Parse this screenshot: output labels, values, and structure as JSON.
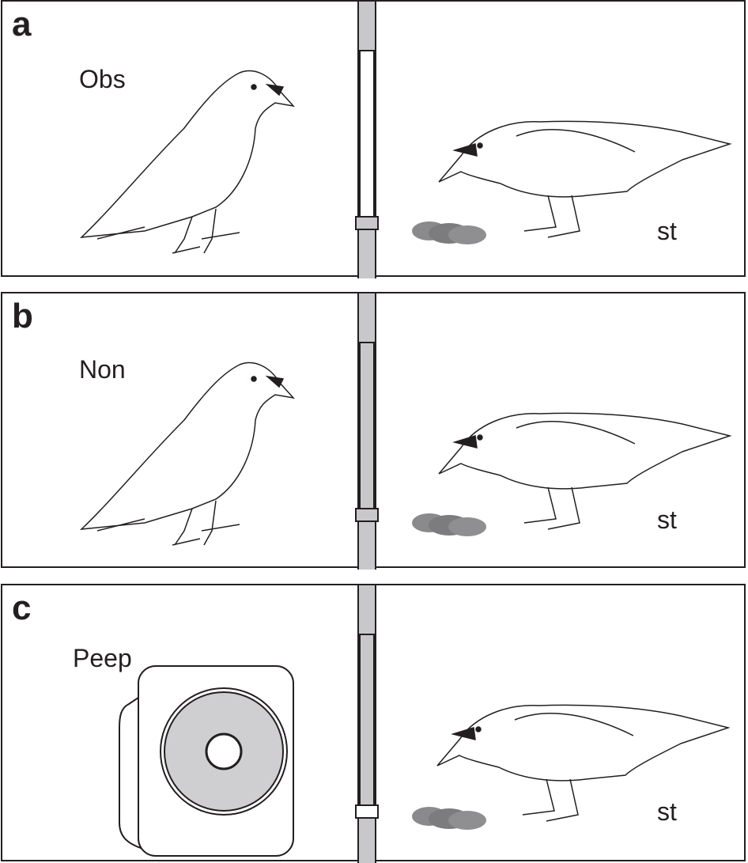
{
  "panels": [
    {
      "letter": "a",
      "condition": "Obs",
      "subject_label": "st",
      "window": "open",
      "peephole": false
    },
    {
      "letter": "b",
      "condition": "Non",
      "subject_label": "st",
      "window": "closed",
      "peephole": false
    },
    {
      "letter": "c",
      "condition": "Peep",
      "subject_label": "st",
      "window": "closed",
      "peephole": true
    }
  ],
  "colors": {
    "line": "#231f20",
    "partition": "#c8c8ca",
    "meat": "#8a8a8c"
  }
}
